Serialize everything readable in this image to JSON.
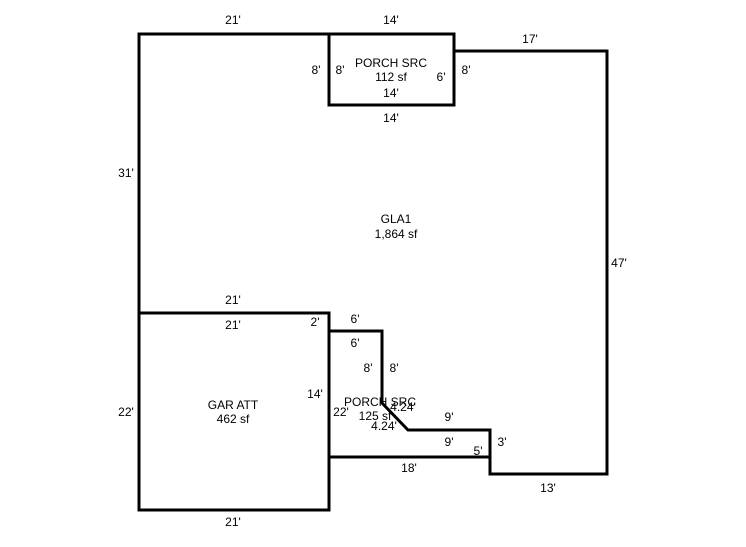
{
  "areas": {
    "gla1": {
      "name": "GLA1",
      "size": "1,864 sf"
    },
    "porch_top": {
      "name": "PORCH SRC",
      "size": "112 sf"
    },
    "garage": {
      "name": "GAR ATT",
      "size": "462 sf"
    },
    "porch_bottom": {
      "name": "PORCH SRC",
      "size": "125 sf"
    }
  },
  "dimensions": {
    "gla1_top_left": "21'",
    "porch_top_top": "14'",
    "gla1_top_right": "17'",
    "gla1_left": "31'",
    "gla1_right": "47'",
    "gla1_bottom_right": "13'",
    "notch_right": "3'",
    "notch_bottom": "5'",
    "porch2_bottom": "18'",
    "porch_top_left_outer": "8'",
    "porch_top_left_inner": "8'",
    "porch_top_right_inner": "6'",
    "porch_top_right_outer": "8'",
    "porch_top_bottom_inner": "14'",
    "porch_top_bottom_outer": "14'",
    "garage_top_outer": "21'",
    "garage_top_inner": "21'",
    "garage_left": "22'",
    "garage_bottom": "21'",
    "garage_right_gla": "14'",
    "garage_right_porch": "22'",
    "garage_right_small": "2'",
    "step_top_outer": "6'",
    "step_top_inner": "6'",
    "step_vert_left": "8'",
    "step_vert_right": "8'",
    "diag_outer": "4.24'",
    "diag_inner": "4.24'",
    "ledge_outer": "9'",
    "ledge_inner": "9'"
  }
}
